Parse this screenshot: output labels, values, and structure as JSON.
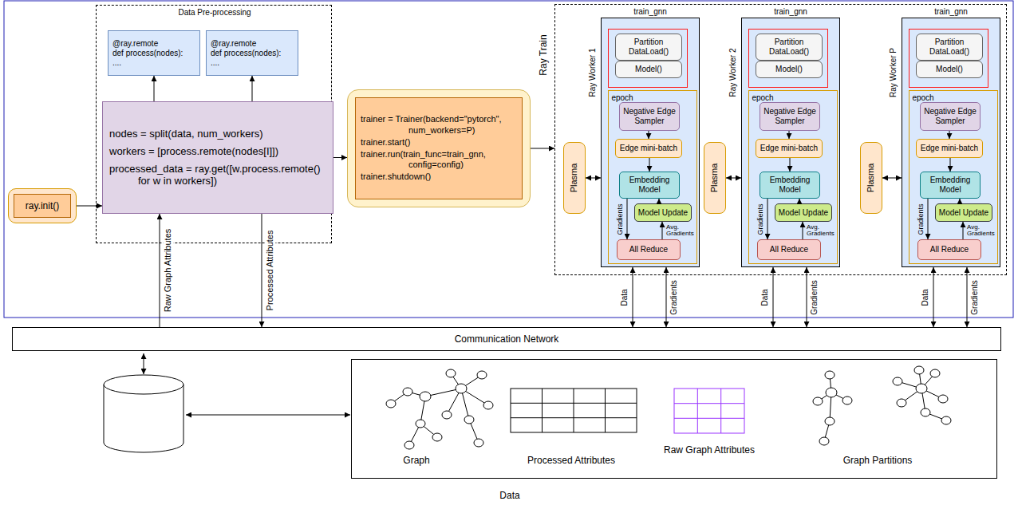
{
  "diagram": {
    "nodes": [
      {
        "text": [
          "ray.init()"
        ]
      },
      {
        "text": [
          "Data Pre-processing"
        ]
      },
      {
        "text": [
          "@ray.remote",
          "def process(nodes):",
          "...."
        ],
        "in": 1
      },
      {
        "text": [
          "@ray.remote",
          "def process(nodes):",
          "...."
        ],
        "in": 1
      },
      {
        "text": [
          "nodes = split(data, num_workers)",
          "workers = [process.remote(nodes[I]])",
          "processed_data = ray.get([w.process.remote() for w in workers])"
        ],
        "in": 1
      },
      {
        "text": [
          "trainer = Trainer(backend=\"pytorch\", num_workers=P)",
          "trainer.start()",
          "trainer.run(train_func=train_gnn, config=config)",
          "trainer.shutdown()"
        ]
      },
      {
        "text": [
          "Ray Train"
        ]
      },
      {
        "text": [
          "Plasma"
        ],
        "in": 6
      },
      {
        "text": [
          "train_gnn",
          "Ray Worker 1"
        ],
        "in": 6
      },
      {
        "text": [
          "Partition DataLoad()"
        ],
        "in": 8
      },
      {
        "text": [
          "Model()"
        ],
        "in": 8
      },
      {
        "text": [
          "epoch"
        ],
        "in": 8
      },
      {
        "text": [
          "Negative Edge Sampler"
        ],
        "in": 11
      },
      {
        "text": [
          "Edge mini-batch"
        ],
        "in": 11
      },
      {
        "text": [
          "Embedding Model"
        ],
        "in": 11
      },
      {
        "text": [
          "Model Update"
        ],
        "in": 11
      },
      {
        "text": [
          "All Reduce"
        ],
        "in": 11
      },
      {
        "text": [
          "Plasma"
        ],
        "in": 6
      },
      {
        "text": [
          "train_gnn",
          "Ray Worker 2"
        ],
        "in": 6
      },
      {
        "text": [
          "Partition DataLoad()"
        ],
        "in": 18
      },
      {
        "text": [
          "Model()"
        ],
        "in": 18
      },
      {
        "text": [
          "epoch"
        ],
        "in": 18
      },
      {
        "text": [
          "Negative Edge Sampler"
        ],
        "in": 21
      },
      {
        "text": [
          "Edge mini-batch"
        ],
        "in": 21
      },
      {
        "text": [
          "Embedding Model"
        ],
        "in": 21
      },
      {
        "text": [
          "Model Update"
        ],
        "in": 21
      },
      {
        "text": [
          "All Reduce"
        ],
        "in": 21
      },
      {
        "text": [
          "Plasma"
        ],
        "in": 6
      },
      {
        "text": [
          "train_gnn",
          "Ray Worker P"
        ],
        "in": 6
      },
      {
        "text": [
          "Partition DataLoad()"
        ],
        "in": 28
      },
      {
        "text": [
          "Model()"
        ],
        "in": 28
      },
      {
        "text": [
          "epoch"
        ],
        "in": 28
      },
      {
        "text": [
          "Negative Edge Sampler"
        ],
        "in": 31
      },
      {
        "text": [
          "Edge mini-batch"
        ],
        "in": 31
      },
      {
        "text": [
          "Embedding Model"
        ],
        "in": 31
      },
      {
        "text": [
          "Model Update"
        ],
        "in": 31
      },
      {
        "text": [
          "All Reduce"
        ],
        "in": 31
      },
      {
        "text": [
          "Communication Network"
        ]
      },
      {
        "text": [
          "Data"
        ]
      }
    ],
    "edges": [
      {
        "from": 0,
        "to": 4,
        "arrow": "to"
      },
      {
        "from": 4,
        "to": 2,
        "arrow": "to"
      },
      {
        "from": 4,
        "to": 3,
        "arrow": "to"
      },
      {
        "from": 4,
        "to": 5,
        "arrow": "to"
      },
      {
        "from": 5,
        "to": 6,
        "arrow": "to"
      },
      {
        "from": 37,
        "to": 4,
        "label": "Raw Graph Attributes",
        "arrow": "to"
      },
      {
        "from": 4,
        "to": 37,
        "label": "Processed Attributes",
        "arrow": "to"
      },
      {
        "from": 7,
        "to": 8,
        "arrow": "both"
      },
      {
        "from": 8,
        "to": 37,
        "label": "Data",
        "arrow": "both"
      },
      {
        "from": 8,
        "to": 37,
        "label": "Gradients",
        "arrow": "both"
      },
      {
        "from": 12,
        "to": 13,
        "arrow": "to"
      },
      {
        "from": 13,
        "to": 14,
        "arrow": "to"
      },
      {
        "from": 14,
        "to": 16,
        "label": "Gradients",
        "arrow": "to"
      },
      {
        "from": 16,
        "to": 15,
        "label": "Avg. Gradients",
        "arrow": "to"
      },
      {
        "from": 15,
        "to": 14,
        "arrow": "to"
      },
      {
        "from": 17,
        "to": 18,
        "arrow": "both"
      },
      {
        "from": 18,
        "to": 37,
        "label": "Data",
        "arrow": "both"
      },
      {
        "from": 18,
        "to": 37,
        "label": "Gradients",
        "arrow": "both"
      },
      {
        "from": 22,
        "to": 23,
        "arrow": "to"
      },
      {
        "from": 23,
        "to": 24,
        "arrow": "to"
      },
      {
        "from": 24,
        "to": 26,
        "label": "Gradients",
        "arrow": "to"
      },
      {
        "from": 26,
        "to": 25,
        "label": "Avg. Gradients",
        "arrow": "to"
      },
      {
        "from": 25,
        "to": 24,
        "arrow": "to"
      },
      {
        "from": 27,
        "to": 28,
        "arrow": "both"
      },
      {
        "from": 28,
        "to": 37,
        "label": "Data",
        "arrow": "both"
      },
      {
        "from": 28,
        "to": 37,
        "label": "Gradients",
        "arrow": "both"
      },
      {
        "from": 32,
        "to": 33,
        "arrow": "to"
      },
      {
        "from": 33,
        "to": 34,
        "arrow": "to"
      },
      {
        "from": 34,
        "to": 36,
        "label": "Gradients",
        "arrow": "to"
      },
      {
        "from": 36,
        "to": 35,
        "label": "Avg. Gradients",
        "arrow": "to"
      },
      {
        "from": 35,
        "to": 34,
        "arrow": "to"
      }
    ],
    "labels": [
      "Graph",
      "Processed Attributes",
      "Raw Graph Attributes",
      "Graph Partitions"
    ]
  }
}
